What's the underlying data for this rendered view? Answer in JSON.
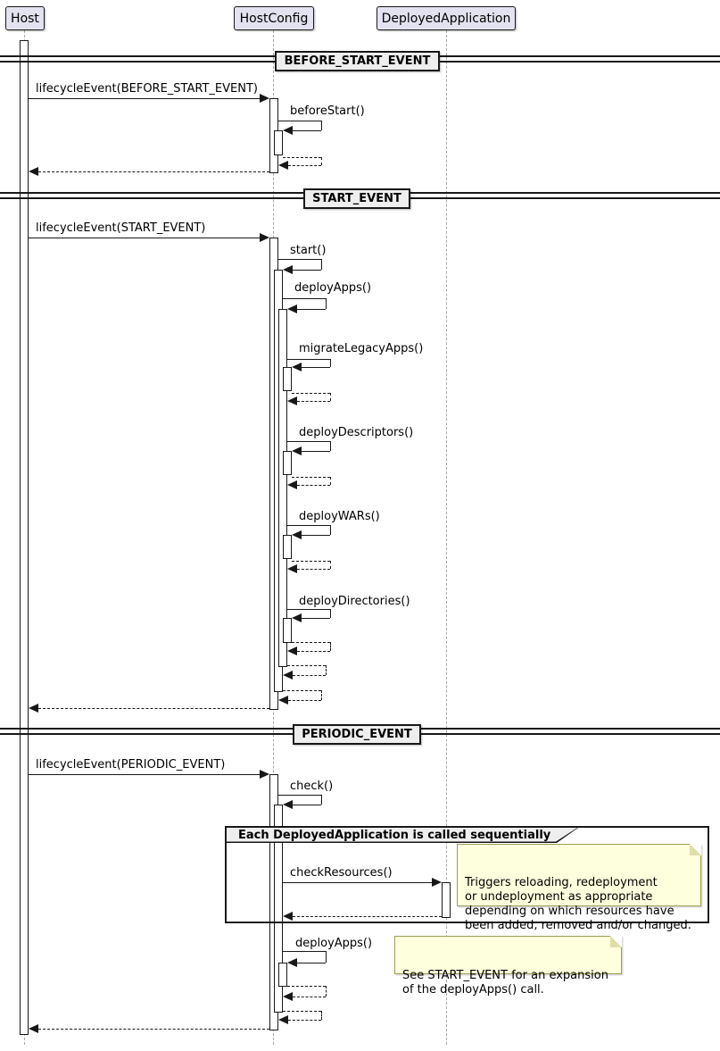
{
  "participants": {
    "host": "Host",
    "hostconfig": "HostConfig",
    "deployedapplication": "DeployedApplication"
  },
  "dividers": {
    "before_start": "BEFORE_START_EVENT",
    "start": "START_EVENT",
    "periodic": "PERIODIC_EVENT"
  },
  "messages": {
    "lifecycle_before_start": "lifecycleEvent(BEFORE_START_EVENT)",
    "before_start": "beforeStart()",
    "lifecycle_start": "lifecycleEvent(START_EVENT)",
    "start": "start()",
    "deploy_apps": "deployApps()",
    "migrate_legacy_apps": "migrateLegacyApps()",
    "deploy_descriptors": "deployDescriptors()",
    "deploy_wars": "deployWARs()",
    "deploy_directories": "deployDirectories()",
    "lifecycle_periodic": "lifecycleEvent(PERIODIC_EVENT)",
    "check": "check()",
    "check_resources": "checkResources()",
    "deploy_apps_periodic": "deployApps()"
  },
  "group": {
    "title": "Each DeployedApplication is called sequentially"
  },
  "notes": {
    "check_resources_note": "Triggers reloading, redeployment\nor undeployment as appropriate\ndepending on which resources have\nbeen added, removed and/or changed.",
    "deploy_apps_note": "See START_EVENT for an expansion\nof the deployApps() call."
  },
  "colors": {
    "participant_fill": "#E2E2F0",
    "participant_border": "#181818",
    "lifeline": "#A8A8A8",
    "line": "#181818",
    "divider_fill": "#EEEEEE",
    "group_header_fill": "#EEEEEE",
    "note_fill": "#FEFFDD",
    "note_border": "#9E9E54"
  }
}
